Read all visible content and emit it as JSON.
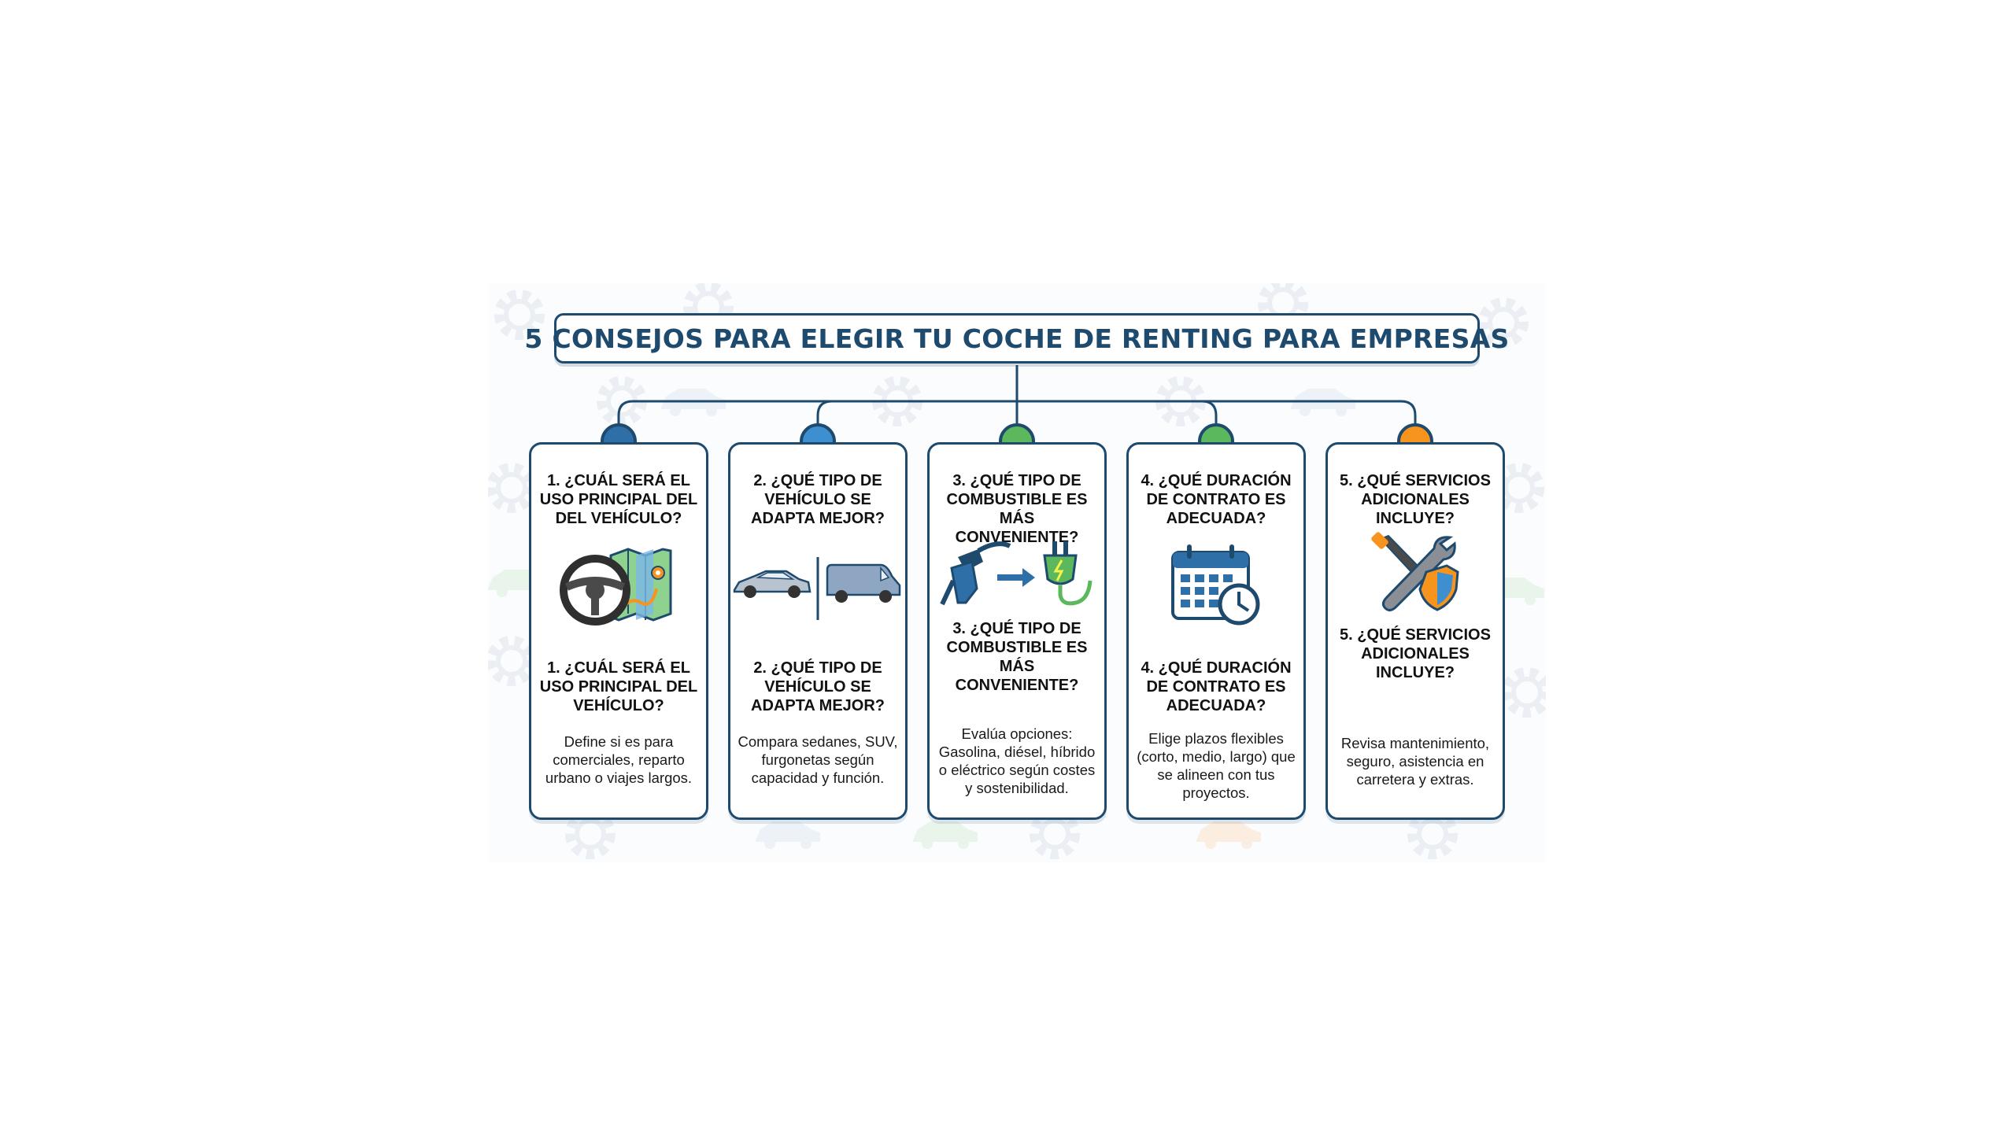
{
  "title": "5 CONSEJOS PARA ELEGIR TU COCHE DE RENTING PARA EMPRESAS",
  "colors": {
    "navy": "#1e4a6e",
    "blue": "#2f6fa8",
    "sky": "#3d8fd0",
    "green": "#5cb85c",
    "orange": "#f7941d"
  },
  "tips": [
    {
      "dot_color": "#2f6fa8",
      "question_top": "1. ¿CUÁL SERÁ EL USO PRINCIPAL DEL DEL VEHÍCULO?",
      "icon": "steering-wheel-map-icon",
      "question_bottom": "1. ¿CUÁL SERÁ EL USO PRINCIPAL DEL VEHÍCULO?",
      "description": "Define si es para comerciales, reparto urbano o viajes largos."
    },
    {
      "dot_color": "#3d8fd0",
      "question_top": "2. ¿QUÉ TIPO DE VEHÍCULO SE ADAPTA MEJOR?",
      "icon": "car-and-van-icon",
      "question_bottom": "2. ¿QUÉ TIPO DE VEHÍCULO SE ADAPTA MEJOR?",
      "description": "Compara sedanes, SUV, furgonetas según capacidad y función."
    },
    {
      "dot_color": "#5cb85c",
      "question_top": "3. ¿QUÉ TIPO DE COMBUSTIBLE ES MÁS CONVENIENTE?",
      "icon": "fuel-to-plug-icon",
      "question_bottom": "3. ¿QUÉ TIPO DE COMBUSTIBLE ES MÁS CONVENIENTE?",
      "description": "Evalúa opciones: Gasolina, diésel, híbrido o eléctrico según costes y sostenibilidad."
    },
    {
      "dot_color": "#5cb85c",
      "question_top": "4. ¿QUÉ DURACIÓN DE CONTRATO ES ADECUADA?",
      "icon": "calendar-clock-icon",
      "question_bottom": "4. ¿QUÉ DURACIÓN DE CONTRATO ES ADECUADA?",
      "description": "Elige plazos flexibles (corto, medio, largo) que se alineen con tus proyectos."
    },
    {
      "dot_color": "#f7941d",
      "question_top": "5. ¿QUÉ SERVICIOS ADICIONALES INCLUYE?",
      "icon": "tools-shield-icon",
      "question_bottom": "5. ¿QUÉ SERVICIOS ADICIONALES INCLUYE?",
      "description": "Revisa mantenimiento, seguro, asistencia en carretera y extras."
    }
  ]
}
